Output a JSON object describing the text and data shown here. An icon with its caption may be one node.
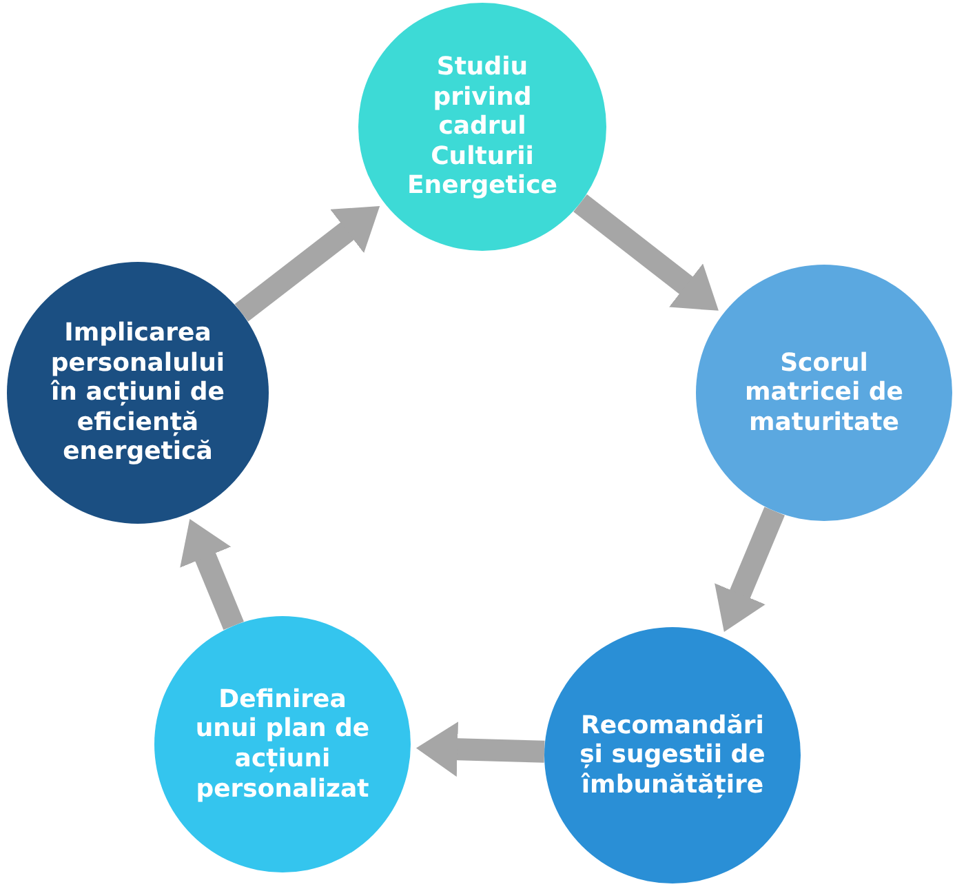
{
  "diagram": {
    "nodes": [
      {
        "text": [
          "Studiu privind cadrul Culturii Energetice"
        ]
      },
      {
        "text": [
          "Scorul matricei de maturitate"
        ]
      },
      {
        "text": [
          "Recomandări și sugestii de îmbunătățire"
        ]
      },
      {
        "text": [
          "Definirea unui plan de acțiuni personalizat"
        ]
      },
      {
        "text": [
          "Implicarea personalului în acțiuni de eficiență energetică"
        ]
      }
    ],
    "edges": [
      {
        "from": 0,
        "to": 1,
        "arrow": "to"
      },
      {
        "from": 1,
        "to": 2,
        "arrow": "to"
      },
      {
        "from": 2,
        "to": 3,
        "arrow": "to"
      },
      {
        "from": 3,
        "to": 4,
        "arrow": "to"
      },
      {
        "from": 4,
        "to": 0,
        "arrow": "to"
      }
    ]
  }
}
